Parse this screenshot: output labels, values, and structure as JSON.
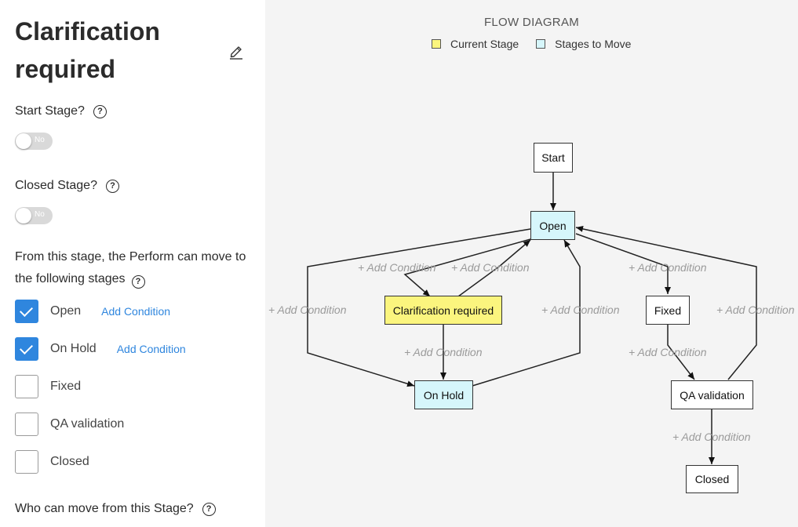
{
  "panel": {
    "title": "Clarification required",
    "start_stage_label": "Start Stage?",
    "start_stage_toggle": "No",
    "closed_stage_label": "Closed Stage?",
    "closed_stage_toggle": "No",
    "move_description": "From this stage, the Perform can move to the following stages",
    "stages": [
      {
        "label": "Open",
        "checked": true,
        "link": "Add Condition"
      },
      {
        "label": "On Hold",
        "checked": true,
        "link": "Add Condition"
      },
      {
        "label": "Fixed",
        "checked": false
      },
      {
        "label": "QA validation",
        "checked": false
      },
      {
        "label": "Closed",
        "checked": false
      }
    ],
    "who_can_move_label": "Who can move from this Stage?"
  },
  "diagram": {
    "title": "FLOW DIAGRAM",
    "legend": {
      "current": "Current Stage",
      "move": "Stages to Move",
      "current_color": "#fbf57e",
      "move_color": "#d6f6fb"
    },
    "nodes": {
      "start": "Start",
      "open": "Open",
      "clarification": "Clarification required",
      "fixed": "Fixed",
      "on_hold": "On Hold",
      "qa": "QA validation",
      "closed": "Closed"
    },
    "condition_label": "+ Add Condition"
  }
}
